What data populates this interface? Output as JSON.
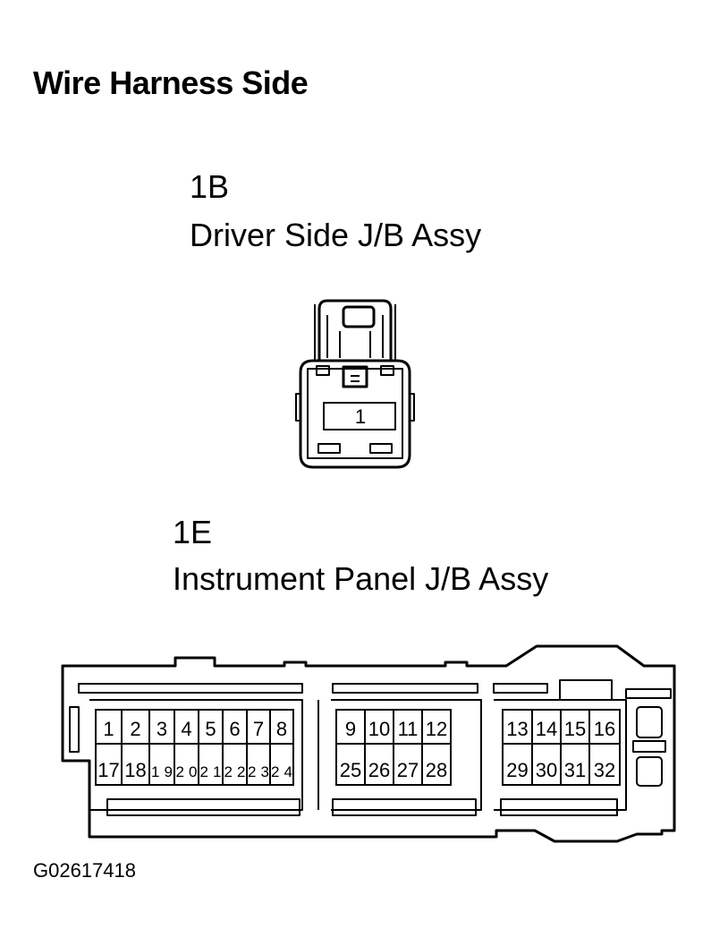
{
  "header": {
    "title": "Wire Harness Side"
  },
  "connector_1b": {
    "id": "1B",
    "name": "Driver Side J/B Assy",
    "pins": [
      "1"
    ]
  },
  "connector_1e": {
    "id": "1E",
    "name": "Instrument Panel J/B Assy",
    "pins": [
      "1",
      "2",
      "3",
      "4",
      "5",
      "6",
      "7",
      "8",
      "9",
      "10",
      "11",
      "12",
      "13",
      "14",
      "15",
      "16",
      "17",
      "18",
      "19",
      "20",
      "21",
      "22",
      "23",
      "24",
      "25",
      "26",
      "27",
      "28",
      "29",
      "30",
      "31",
      "32"
    ]
  },
  "figure_id": "G02617418"
}
